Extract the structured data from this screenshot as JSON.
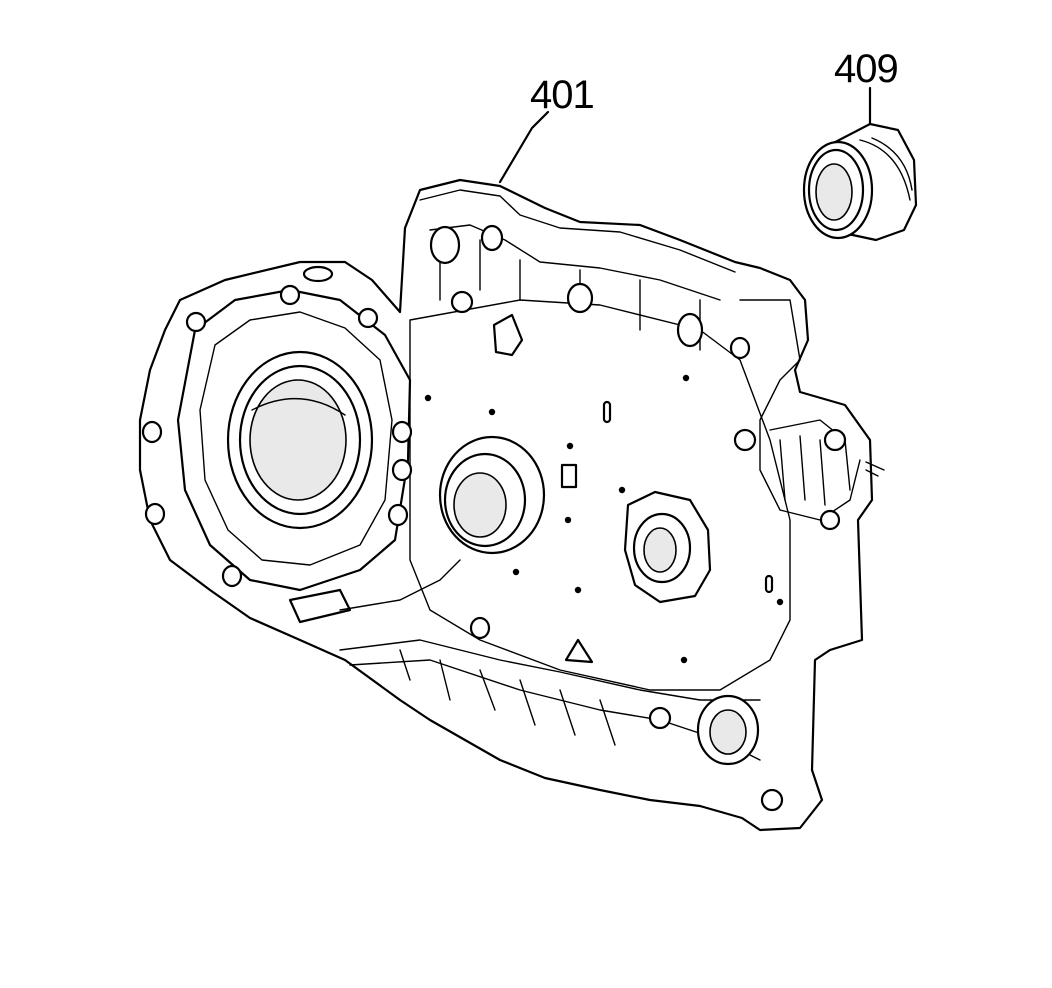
{
  "callouts": [
    {
      "id": "401",
      "label": "401"
    },
    {
      "id": "409",
      "label": "409"
    }
  ],
  "colors": {
    "ink": "#000000",
    "background": "#ffffff"
  }
}
